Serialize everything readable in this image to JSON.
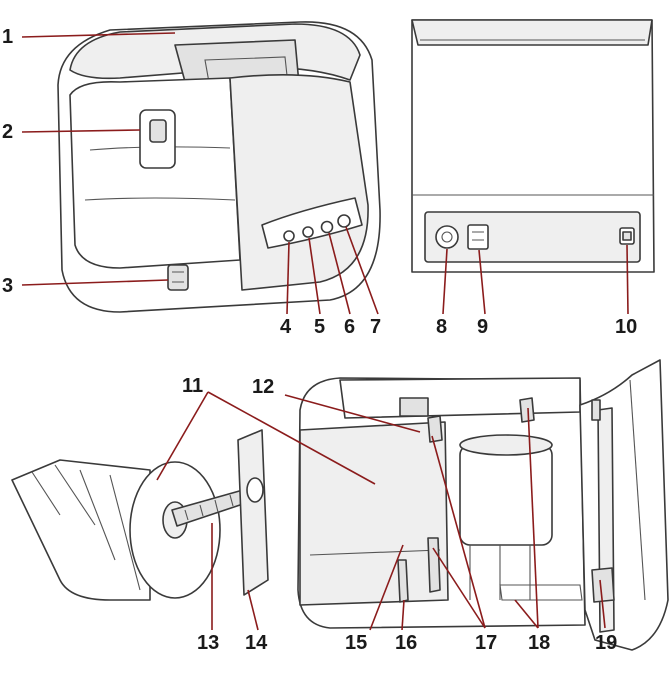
{
  "callouts": {
    "c1": "1",
    "c2": "2",
    "c3": "3",
    "c4": "4",
    "c5": "5",
    "c6": "6",
    "c7": "7",
    "c8": "8",
    "c9": "9",
    "c10": "10",
    "c11": "11",
    "c12": "12",
    "c13": "13",
    "c14": "14",
    "c15": "15",
    "c16": "16",
    "c17": "17",
    "c18": "18",
    "c19": "19"
  },
  "colors": {
    "leader": "#8b1c1c",
    "outline": "#3a3a3a"
  }
}
